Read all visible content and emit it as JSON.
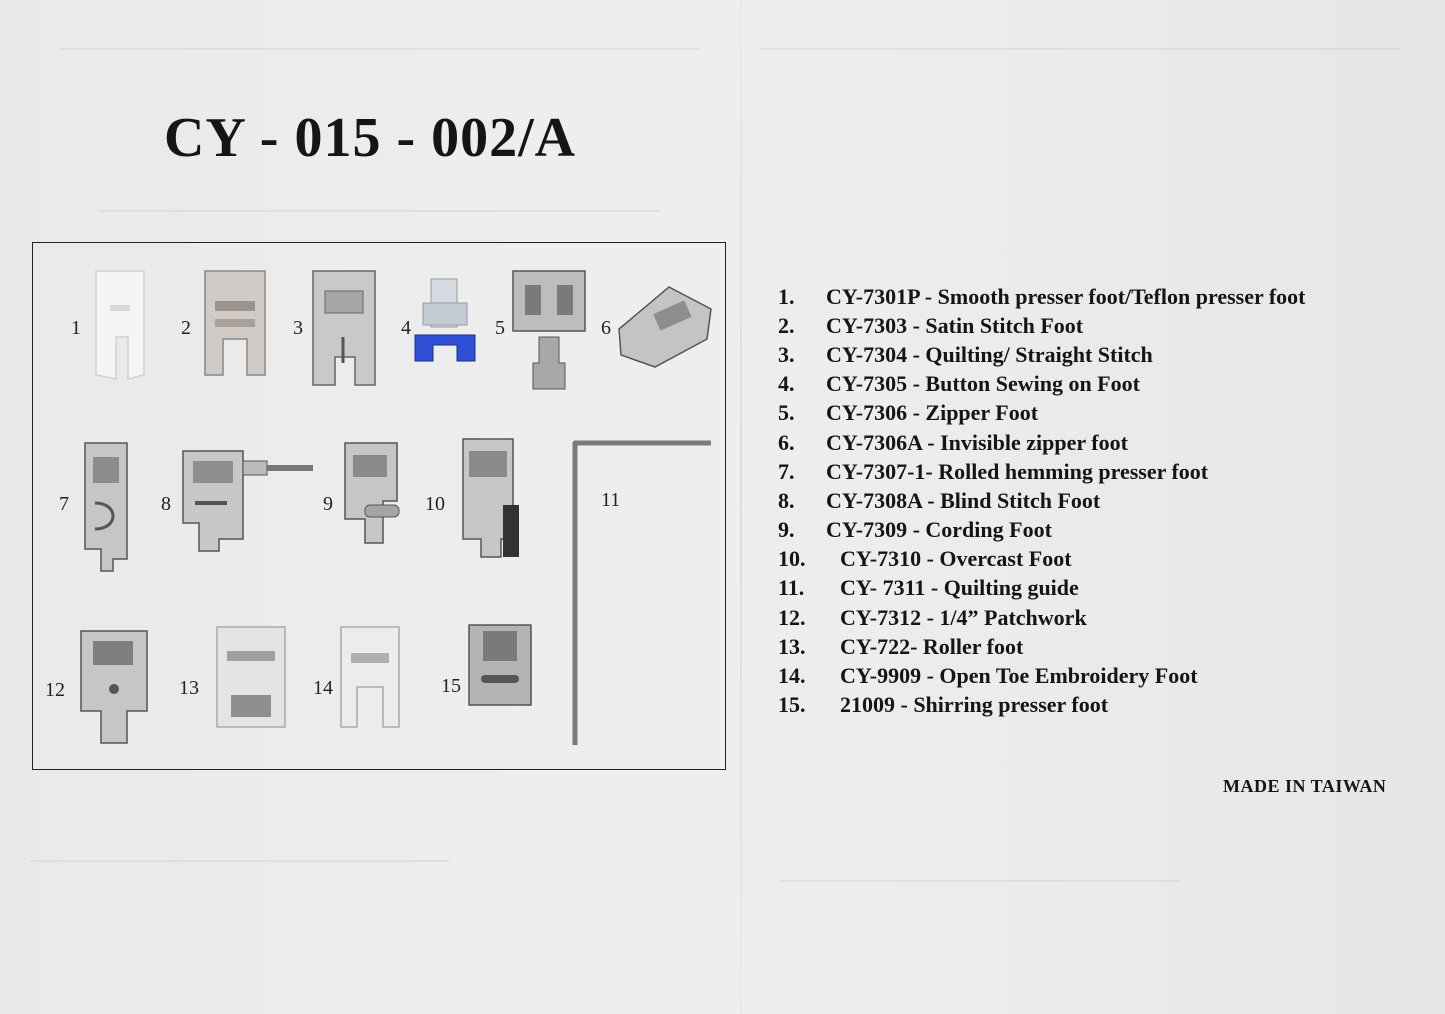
{
  "title": "CY - 015 - 002/A",
  "figure": {
    "feet": [
      {
        "label": "1",
        "icon": "clear-presser-foot-icon"
      },
      {
        "label": "2",
        "icon": "satin-stitch-foot-icon"
      },
      {
        "label": "3",
        "icon": "straight-stitch-foot-icon"
      },
      {
        "label": "4",
        "icon": "button-foot-icon"
      },
      {
        "label": "5",
        "icon": "zipper-foot-icon"
      },
      {
        "label": "6",
        "icon": "invisible-zipper-foot-icon"
      },
      {
        "label": "7",
        "icon": "rolled-hem-foot-icon"
      },
      {
        "label": "8",
        "icon": "blind-stitch-foot-icon"
      },
      {
        "label": "9",
        "icon": "cording-foot-icon"
      },
      {
        "label": "10",
        "icon": "overcast-foot-icon"
      },
      {
        "label": "11",
        "icon": "quilting-guide-icon"
      },
      {
        "label": "12",
        "icon": "patchwork-foot-icon"
      },
      {
        "label": "13",
        "icon": "roller-foot-icon"
      },
      {
        "label": "14",
        "icon": "open-toe-foot-icon"
      },
      {
        "label": "15",
        "icon": "shirring-foot-icon"
      }
    ]
  },
  "parts_list": [
    {
      "num": "1.",
      "text": "CY-7301P - Smooth presser foot/Teflon presser foot"
    },
    {
      "num": "2.",
      "text": "CY-7303 - Satin Stitch Foot"
    },
    {
      "num": "3.",
      "text": "CY-7304 - Quilting/ Straight Stitch"
    },
    {
      "num": "4.",
      "text": "CY-7305 - Button Sewing on Foot"
    },
    {
      "num": "5.",
      "text": "CY-7306 - Zipper Foot"
    },
    {
      "num": "6.",
      "text": "CY-7306A - Invisible zipper foot"
    },
    {
      "num": "7.",
      "text": "CY-7307-1- Rolled hemming presser foot"
    },
    {
      "num": "8.",
      "text": "CY-7308A - Blind Stitch Foot"
    },
    {
      "num": "9.",
      "text": "CY-7309 - Cording Foot"
    },
    {
      "num": "10.",
      "text": "CY-7310 - Overcast Foot"
    },
    {
      "num": "11.",
      "text": "CY- 7311 - Quilting guide"
    },
    {
      "num": "12.",
      "text": "CY-7312 - 1/4” Patchwork"
    },
    {
      "num": "13.",
      "text": "CY-722- Roller foot"
    },
    {
      "num": "14.",
      "text": "CY-9909 - Open Toe Embroidery Foot"
    },
    {
      "num": "15.",
      "text": "21009 - Shirring presser foot"
    }
  ],
  "footer": "MADE IN TAIWAN",
  "colors": {
    "ink": "#151515",
    "metal": "#b8b8b8",
    "accent_blue": "#2f4fd6",
    "paper": "#ebebeb"
  }
}
